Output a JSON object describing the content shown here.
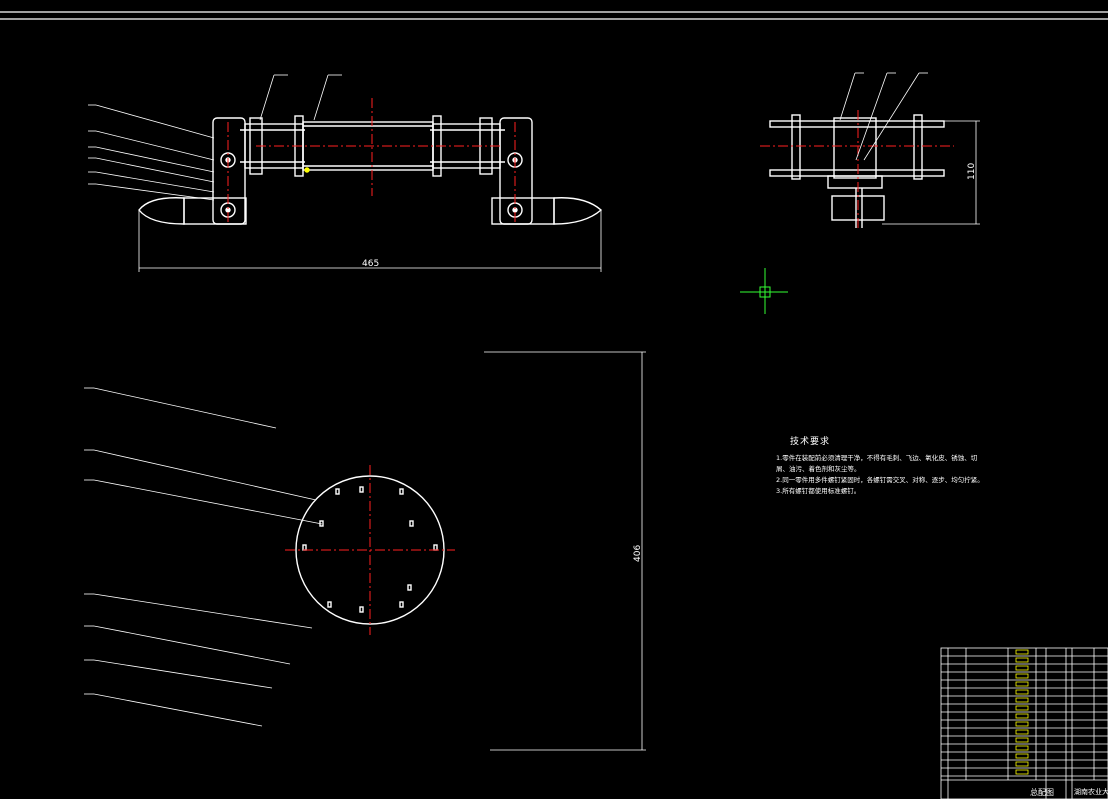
{
  "drawing": {
    "dimensions": {
      "front_length": "465",
      "side_height": "110",
      "plan_height": "406"
    },
    "technical_requirements": {
      "heading": "技术要求",
      "items": [
        "1.零件在装配前必须清理干净，不得有毛刺、飞边、氧化皮、锈蚀、切",
        "屑、油污、着色剂和灰尘等。",
        "2.同一零件用多件螺钉紧固时，各螺钉需交叉、对称、逐步、均匀拧紧。",
        "3.所有螺钉都使用标准螺钉。"
      ]
    },
    "title_block": {
      "drawing_name": "总配图",
      "school": "湖南农业大"
    },
    "colors": {
      "background": "#000000",
      "line": "#ffffff",
      "center_line": "#ff2020",
      "accent": "#ffff00",
      "crosshair": "#00ff66"
    }
  }
}
